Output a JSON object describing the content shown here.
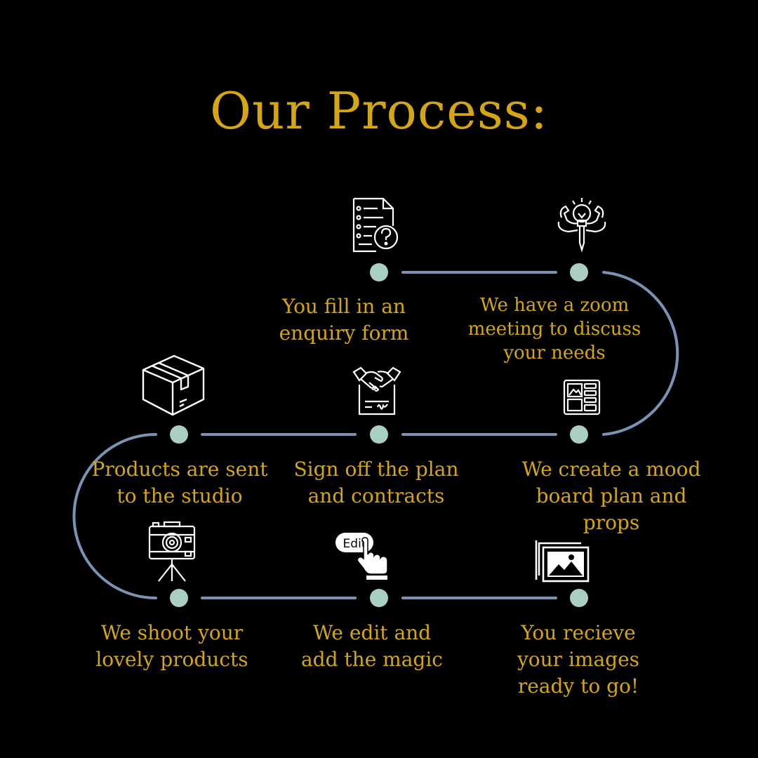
{
  "title": "Our Process:",
  "colors": {
    "background": "#000000",
    "accent_gold": "#d4a614",
    "node_dot": "#a8cfbf",
    "connector": "#7a93b5",
    "icon": "#ffffff"
  },
  "steps": [
    {
      "icon": "enquiry-form-icon",
      "label": "You fill in an\nenquiry form"
    },
    {
      "icon": "lightbulb-idea-icon",
      "label": "We have a zoom\nmeeting to discuss\nyour needs"
    },
    {
      "icon": "mood-board-icon",
      "label": "We create a mood\nboard  plan and\nprops"
    },
    {
      "icon": "handshake-contract-icon",
      "label": "Sign off the plan\nand contracts"
    },
    {
      "icon": "package-box-icon",
      "label": "Products are sent\nto the studio"
    },
    {
      "icon": "camera-tripod-icon",
      "label": "We shoot your\nlovely products"
    },
    {
      "icon": "edit-hand-icon",
      "label": "We edit and\nadd the magic",
      "icon_text": "Edit"
    },
    {
      "icon": "images-gallery-icon",
      "label": "You recieve\nyour images\nready to go!"
    }
  ]
}
